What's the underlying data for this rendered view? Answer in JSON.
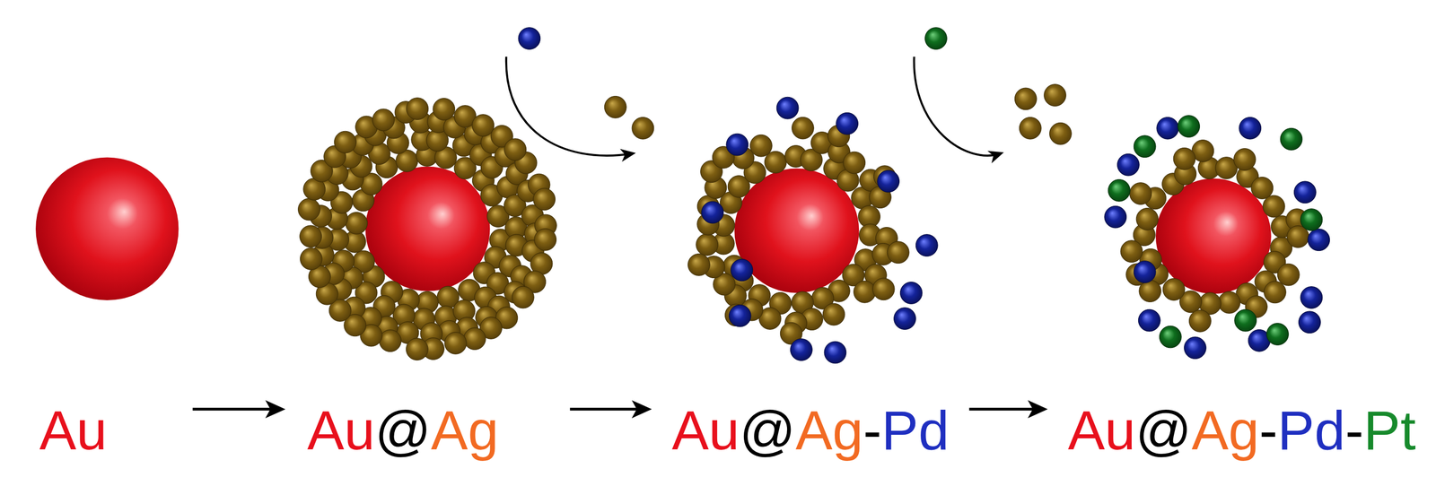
{
  "diagram": {
    "nodes": [
      {
        "text": [
          "Au"
        ]
      },
      {
        "text": [
          "Au@Ag"
        ]
      },
      {
        "text": [
          "Au@Ag-Pd"
        ]
      },
      {
        "text": [
          "Au@Ag-Pd-Pt"
        ]
      }
    ],
    "edges": [
      {
        "from": 0,
        "to": 1,
        "arrow": "to"
      },
      {
        "from": 1,
        "to": 2,
        "arrow": "to"
      },
      {
        "from": 2,
        "to": 3,
        "arrow": "to"
      }
    ]
  }
}
